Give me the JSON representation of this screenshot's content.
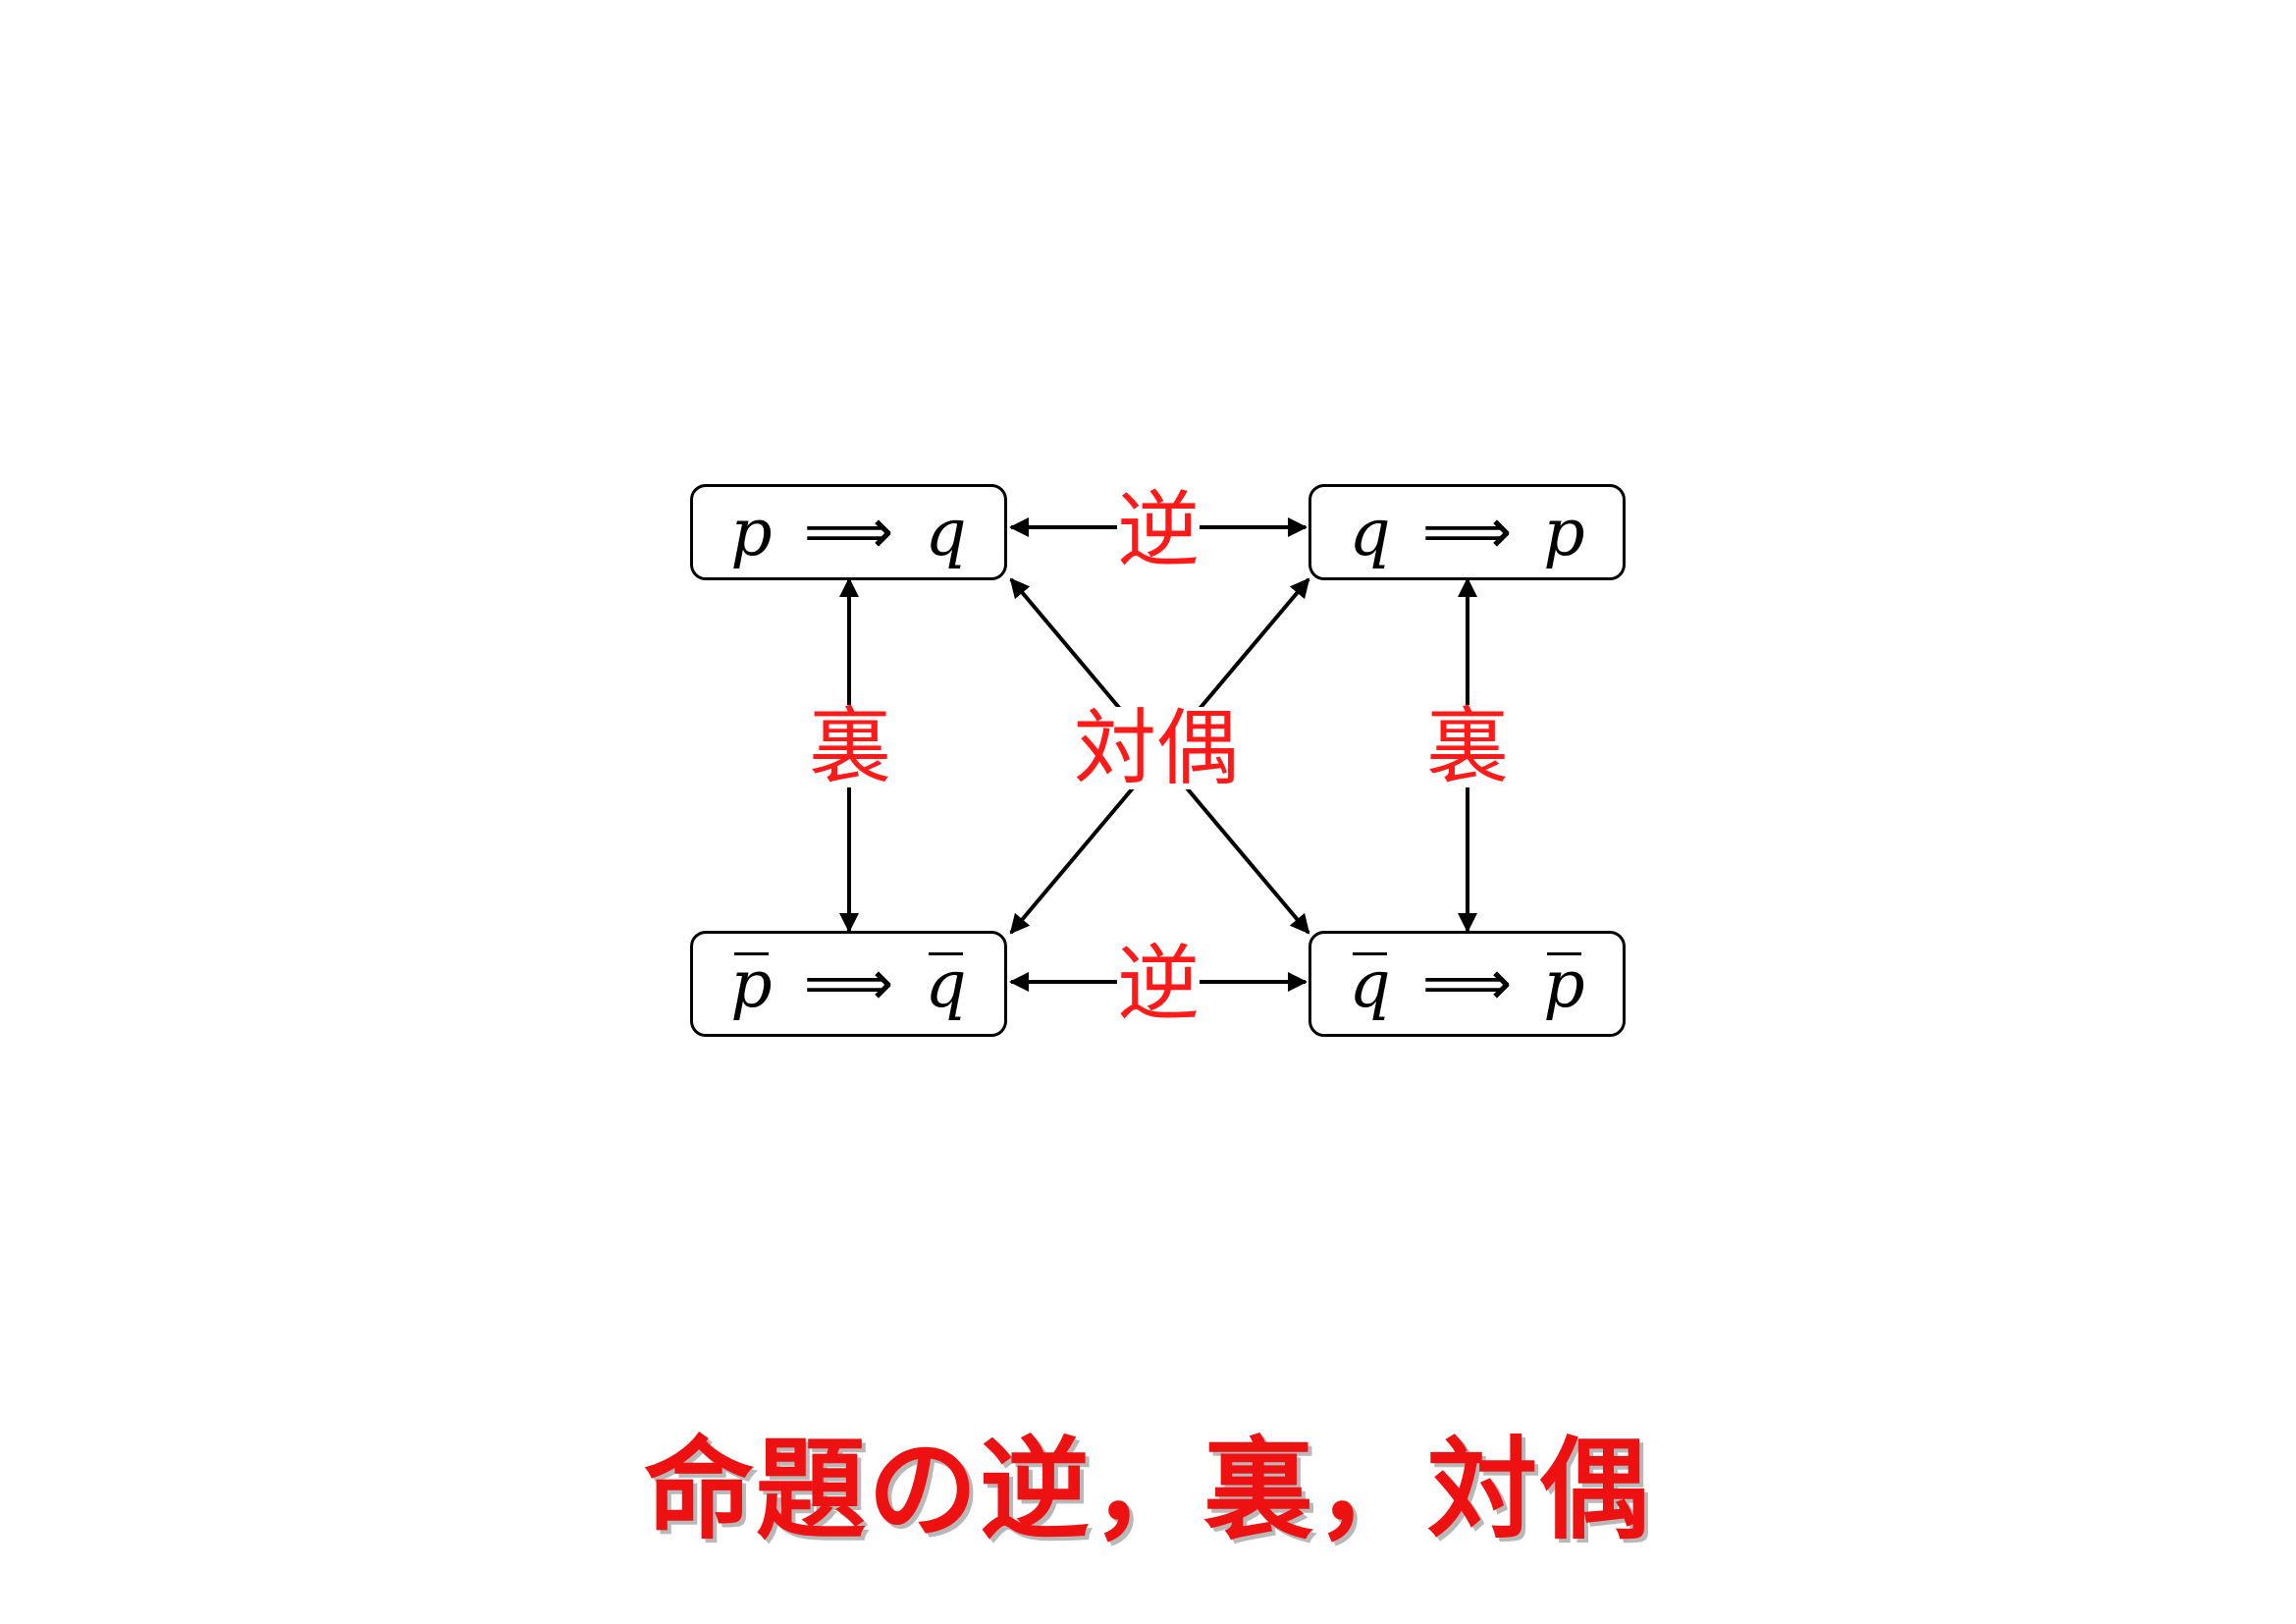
{
  "propositions": {
    "original": {
      "left": "p",
      "arrow": "⟹",
      "right": "q",
      "left_bar": false,
      "right_bar": false
    },
    "converse": {
      "left": "q",
      "arrow": "⟹",
      "right": "p",
      "left_bar": false,
      "right_bar": false
    },
    "inverse": {
      "left": "p",
      "arrow": "⟹",
      "right": "q",
      "left_bar": true,
      "right_bar": true
    },
    "contrapositive": {
      "left": "q",
      "arrow": "⟹",
      "right": "p",
      "left_bar": true,
      "right_bar": true
    }
  },
  "relations": {
    "converse_top": "逆",
    "converse_bottom": "逆",
    "inverse_left": "裏",
    "inverse_right": "裏",
    "contrapositive": "対偶"
  },
  "caption": "命題の逆，裏，対偶",
  "colors": {
    "label": "#ff1a1a",
    "caption": "#ee1111",
    "caption_shadow": "#b8b8b8",
    "line": "#000000"
  }
}
